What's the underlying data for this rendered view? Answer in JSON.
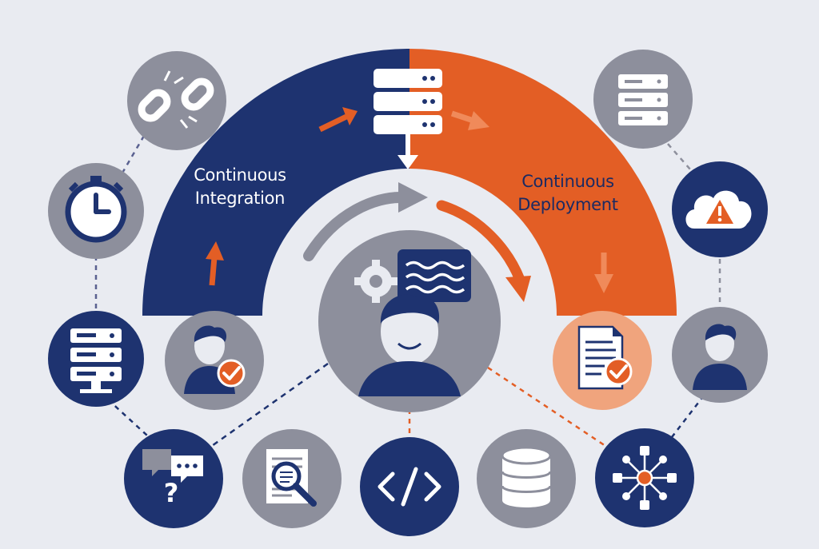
{
  "ci": {
    "line1": "Continuous",
    "line2": "Integration"
  },
  "cd": {
    "line1": "Continuous",
    "line2": "Deployment"
  },
  "colors": {
    "navy": "#1e3370",
    "orange": "#e35e25",
    "gray": "#8d8f9c",
    "background": "#e9ebf1"
  }
}
